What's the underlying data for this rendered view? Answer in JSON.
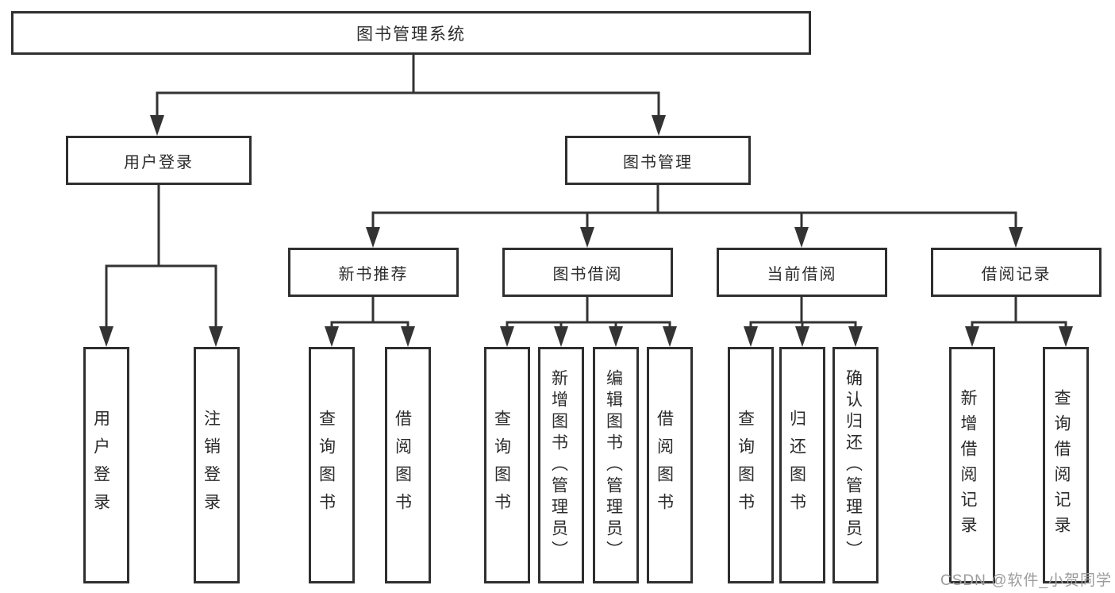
{
  "diagram": {
    "title": "图书管理系统",
    "children": [
      {
        "label": "用户登录",
        "children": [
          {
            "label": "用户登录"
          },
          {
            "label": "注销登录"
          }
        ]
      },
      {
        "label": "图书管理",
        "children": [
          {
            "label": "新书推荐",
            "children": [
              {
                "label": "查询图书"
              },
              {
                "label": "借阅图书"
              }
            ]
          },
          {
            "label": "图书借阅",
            "children": [
              {
                "label": "查询图书"
              },
              {
                "label": "新增图书（管理员）"
              },
              {
                "label": "编辑图书（管理员）"
              },
              {
                "label": "借阅图书"
              }
            ]
          },
          {
            "label": "当前借阅",
            "children": [
              {
                "label": "查询图书"
              },
              {
                "label": "归还图书"
              },
              {
                "label": "确认归还（管理员）"
              }
            ]
          },
          {
            "label": "借阅记录",
            "children": [
              {
                "label": "新增借阅记录"
              },
              {
                "label": "查询借阅记录"
              }
            ]
          }
        ]
      }
    ]
  },
  "watermark": {
    "text": "CSDN @软件_小贺同学"
  },
  "colors": {
    "line": "#333333",
    "box_border": "#2f2f2f",
    "text": "#2b2b2b",
    "watermark": "#9c9c9c",
    "background": "#ffffff"
  }
}
